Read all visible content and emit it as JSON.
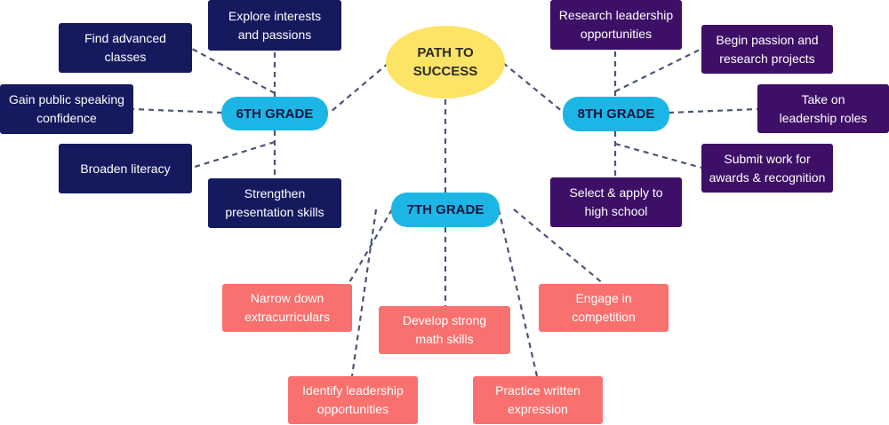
{
  "center": {
    "label": "PATH TO\nSUCCESS"
  },
  "grades": {
    "g6": "6TH GRADE",
    "g7": "7TH GRADE",
    "g8": "8TH GRADE"
  },
  "grade6_items": [
    "Explore interests\nand passions",
    "Find advanced\nclasses",
    "Gain public speaking\nconfidence",
    "Broaden literacy",
    "Strengthen\npresentation skills"
  ],
  "grade7_items": [
    "Narrow down\nextracurriculars",
    "Develop strong\nmath skills",
    "Engage in\ncompetition",
    "Identify leadership\nopportunities",
    "Practice written\nexpression"
  ],
  "grade8_items": [
    "Research leadership\nopportunities",
    "Begin passion and\nresearch projects",
    "Take on\nleadership roles",
    "Submit work for\nawards & recognition",
    "Select & apply to\nhigh school"
  ],
  "colors": {
    "center": "#fde366",
    "grade": "#1cb6e6",
    "grade6_box": "#151a5f",
    "grade7_box": "#f9716f",
    "grade8_box": "#3d0f66",
    "connector": "#4a5578"
  }
}
